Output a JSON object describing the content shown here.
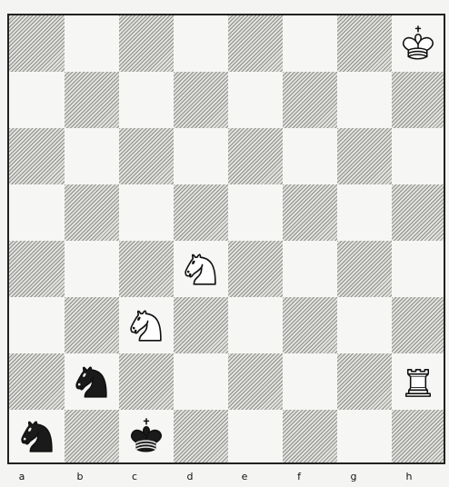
{
  "board": {
    "files": [
      "a",
      "b",
      "c",
      "d",
      "e",
      "f",
      "g",
      "h"
    ],
    "light_color": "#f6f6f4",
    "dark_color": "#8d8d8a",
    "pieces": [
      {
        "square": "h8",
        "type": "king",
        "color": "white",
        "icon": "white-king-icon"
      },
      {
        "square": "d4",
        "type": "knight",
        "color": "white",
        "icon": "white-knight-icon"
      },
      {
        "square": "c3",
        "type": "knight",
        "color": "white",
        "icon": "white-knight-icon"
      },
      {
        "square": "h2",
        "type": "rook",
        "color": "white",
        "icon": "white-rook-icon"
      },
      {
        "square": "b2",
        "type": "knight",
        "color": "black",
        "icon": "black-knight-icon"
      },
      {
        "square": "a1",
        "type": "knight",
        "color": "black",
        "icon": "black-knight-icon"
      },
      {
        "square": "c1",
        "type": "king",
        "color": "black",
        "icon": "black-king-icon"
      }
    ]
  }
}
